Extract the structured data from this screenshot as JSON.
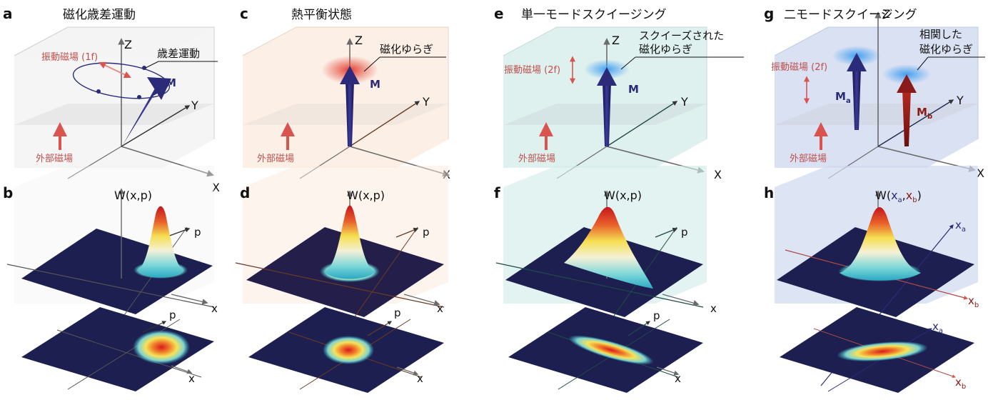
{
  "panels": [
    {
      "top_letter": "a",
      "bottom_letter": "b",
      "title": "磁化歳差運動",
      "field_label": "外部磁場",
      "drive_label": "振動磁場 (1f)",
      "annotation": "歳差運動",
      "vector_label": "M",
      "axes": {
        "z": "Z",
        "y": "Y",
        "x": "X"
      },
      "wigner": "W(x,p)",
      "plane_axes": {
        "p": "p",
        "x": "x"
      },
      "proj_axes": {
        "p": "p",
        "x": "x"
      },
      "cube_tint": "#e8e8e8"
    },
    {
      "top_letter": "c",
      "bottom_letter": "d",
      "title": "熱平衡状態",
      "field_label": "外部磁場",
      "annotation": "磁化ゆらぎ",
      "vector_label": "M",
      "axes": {
        "z": "Z",
        "y": "Y",
        "x": "X"
      },
      "wigner": "W(x,p)",
      "plane_axes": {
        "p": "p",
        "x": "x"
      },
      "proj_axes": {
        "p": "p",
        "x": "x"
      },
      "cube_tint": "#fbeadc"
    },
    {
      "top_letter": "e",
      "bottom_letter": "f",
      "title": "単一モードスクイージング",
      "field_label": "外部磁場",
      "drive_label": "振動磁場 (2f)",
      "annotation_line1": "スクイーズされた",
      "annotation_line2": "磁化ゆらぎ",
      "vector_label": "M",
      "axes": {
        "z": "Z",
        "y": "Y",
        "x": "X"
      },
      "wigner": "W(x,p)",
      "plane_axes": {
        "p": "p",
        "x": "x"
      },
      "proj_axes": {
        "p": "p",
        "x": "x"
      },
      "cube_tint": "#d3ecea"
    },
    {
      "top_letter": "g",
      "bottom_letter": "h",
      "title": "二モードスクイージング",
      "field_label": "外部磁場",
      "drive_label": "振動磁場 (2f)",
      "annotation_line1": "相関した",
      "annotation_line2": "磁化ゆらぎ",
      "vector_a_main": "M",
      "vector_a_sub": "a",
      "vector_b_main": "M",
      "vector_b_sub": "b",
      "axes": {
        "z": "Z",
        "y": "Y",
        "x": "X"
      },
      "wigner_main": "W(",
      "wigner_xa": "x",
      "wigner_a": "a",
      "wigner_sep": ",",
      "wigner_xb": "x",
      "wigner_b": "b",
      "wigner_end": ")",
      "plane_axes": {
        "xa": "x",
        "xa_sub": "a",
        "xb": "x",
        "xb_sub": "b"
      },
      "proj_axes": {
        "xa": "x",
        "xa_sub": "a",
        "xb": "x",
        "xb_sub": "b"
      },
      "cube_tint": "#cfd9ef"
    }
  ],
  "colors": {
    "label_red": "#c0504d",
    "vector_blue": "#2b2b7a",
    "vector_red": "#8b1a1a",
    "plane_navy": "#1c1f4f"
  }
}
